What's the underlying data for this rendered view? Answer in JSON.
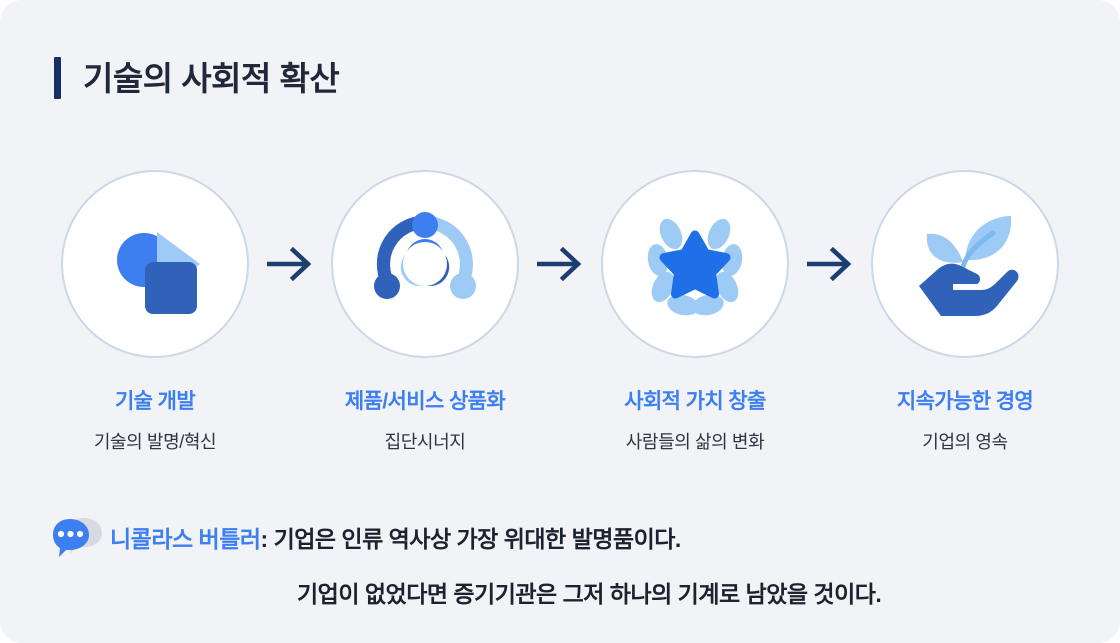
{
  "header": {
    "title": "기술의 사회적 확산",
    "accent_bar_color": "#163060",
    "title_color": "#20283a"
  },
  "theme": {
    "background": "#f1f3f6",
    "accent_blue": "#3d7ef0",
    "dark_blue": "#2f62b8",
    "light_blue": "#9ecbf5",
    "navy": "#1e3d70",
    "circle_border": "#ccd8e9"
  },
  "flow": {
    "arrow_icon": "arrow-right-icon",
    "steps": [
      {
        "icon": "shapes-development-icon",
        "label": "기술 개발",
        "sub": "기술의 발명/혁신"
      },
      {
        "icon": "teamwork-circle-icon",
        "label": "제품/서비스 상품화",
        "sub": "집단시너지"
      },
      {
        "icon": "laurel-star-icon",
        "label": "사회적 가치 창출",
        "sub": "사람들의 삶의 변화"
      },
      {
        "icon": "hand-sprout-icon",
        "label": "지속가능한 경영",
        "sub": "기업의 영속"
      }
    ]
  },
  "quote": {
    "icon": "speech-bubble-dots-icon",
    "author": "니콜라스 버틀러",
    "line1": ": 기업은 인류 역사상 가장 위대한 발명품이다.",
    "line2": "기업이 없었다면 증기기관은 그저 하나의 기계로 남았을 것이다."
  }
}
